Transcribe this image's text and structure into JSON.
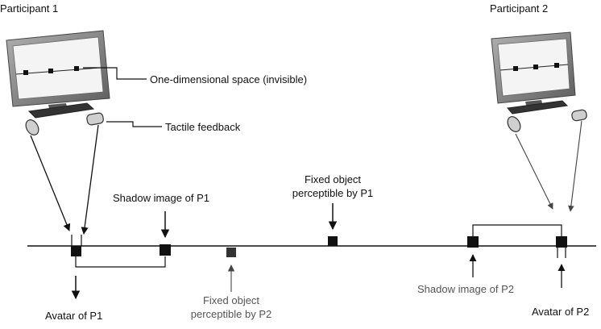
{
  "participants": {
    "p1": "Participant 1",
    "p2": "Participant 2"
  },
  "labels": {
    "space": "One-dimensional space (invisible)",
    "tactile": "Tactile feedback",
    "shadow_p1": "Shadow image of P1",
    "fixed_p1_line1": "Fixed object",
    "fixed_p1_line2": "perceptible by P1",
    "fixed_p2_line1": "Fixed object",
    "fixed_p2_line2": "perceptible by P2",
    "shadow_p2": "Shadow image of P2",
    "avatar_p1_a": "Avatar",
    "avatar_p1_b": "of P1",
    "avatar_p2_a": "Avatar",
    "avatar_p2_b": "of P2"
  },
  "colors": {
    "ink": "#111111",
    "gray": "#555555",
    "monitor_frame": "#8a8a8a",
    "screen": "#f4f4f4"
  }
}
